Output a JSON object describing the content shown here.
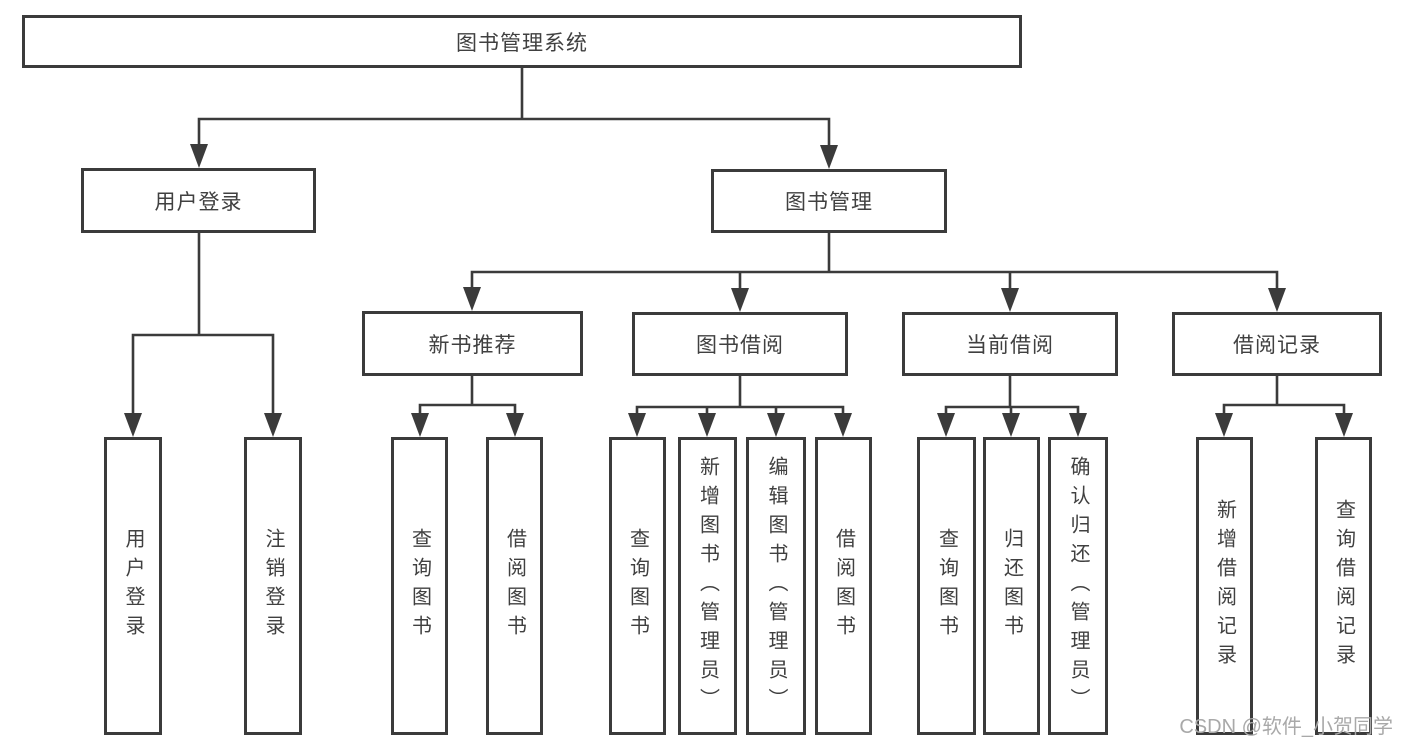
{
  "colors": {
    "background": "#ffffff",
    "line": "#3b3b3b",
    "box_border": "#3b3b3b",
    "text": "#404040",
    "watermark": "#a9a9a9"
  },
  "watermark": "CSDN @软件_小贺同学",
  "tree": {
    "root": "图书管理系统",
    "children": [
      {
        "label": "用户登录",
        "children": [
          "用户登录",
          "注销登录"
        ]
      },
      {
        "label": "图书管理",
        "children": [
          {
            "label": "新书推荐",
            "children": [
              "查询图书",
              "借阅图书"
            ]
          },
          {
            "label": "图书借阅",
            "children": [
              "查询图书",
              "新增图书（管理员）",
              "编辑图书（管理员）",
              "借阅图书"
            ]
          },
          {
            "label": "当前借阅",
            "children": [
              "查询图书",
              "归还图书",
              "确认归还（管理员）"
            ]
          },
          {
            "label": "借阅记录",
            "children": [
              "新增借阅记录",
              "查询借阅记录"
            ]
          }
        ]
      }
    ]
  }
}
